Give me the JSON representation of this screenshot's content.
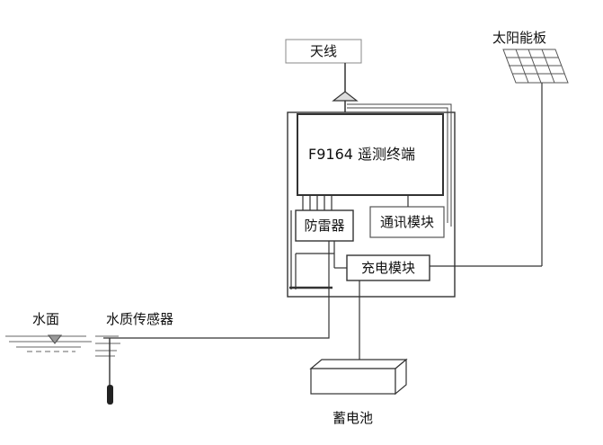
{
  "labels": {
    "antenna": "天线",
    "solar_panel": "太阳能板",
    "terminal": "F9164 遥测终端",
    "lightning_protector": "防雷器",
    "comm_module": "通讯模块",
    "charge_module": "充电模块",
    "water_surface": "水面",
    "water_quality_sensor": "水质传感器",
    "battery": "蓄电池"
  }
}
